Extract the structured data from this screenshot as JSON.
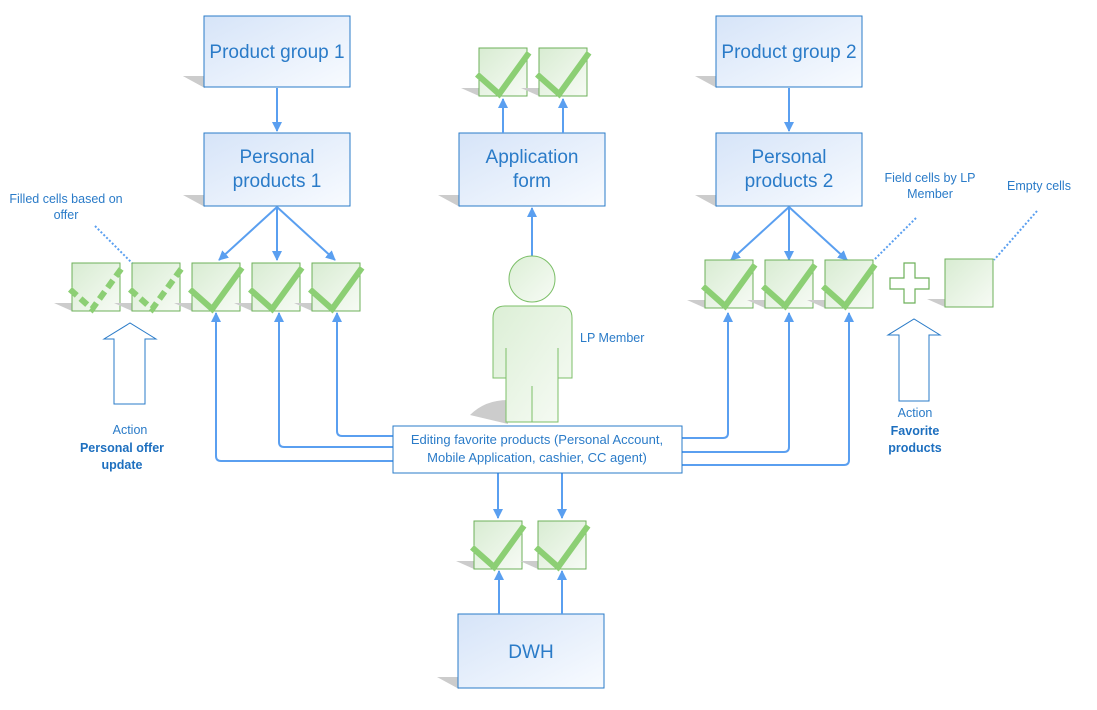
{
  "colors": {
    "box_stroke": "#2a7bc8",
    "box_fill_start": "#d9e6f8",
    "box_fill_end": "#f6f9fe",
    "text": "#2a7bc8",
    "connector": "#5a9ff0",
    "cell_stroke": "#6db05a",
    "cell_fill": "#e4f1e0",
    "check": "#8ccf74",
    "shadow": "#c8c8c8"
  },
  "boxes": {
    "product_group_1": "Product group 1",
    "product_group_2": "Product group 2",
    "personal_products_1": [
      "Personal",
      "products 1"
    ],
    "personal_products_2": [
      "Personal",
      "products 2"
    ],
    "application_form": [
      "Application",
      "form"
    ],
    "dwh": "DWH",
    "editing": [
      "Editing favorite products (Personal Account,",
      "Mobile Application, cashier, CC agent)"
    ]
  },
  "actor": {
    "label": "LP Member"
  },
  "annotations": {
    "filled_cells": [
      "Filled cells based on",
      "offer"
    ],
    "field_cells": [
      "Field cells by LP",
      "Member"
    ],
    "empty_cells": "Empty cells"
  },
  "actions": {
    "left": {
      "title": "Action",
      "name": [
        "Personal offer",
        "update"
      ]
    },
    "right": {
      "title": "Action",
      "name": [
        "Favorite",
        "products"
      ]
    }
  },
  "cells": {
    "left_row": [
      "dashed-check",
      "dashed-check",
      "check",
      "check",
      "check"
    ],
    "right_row": [
      "check",
      "check",
      "check"
    ],
    "application_row": [
      "check",
      "check"
    ],
    "dwh_row": [
      "check",
      "check"
    ],
    "empty_cell_count": 1
  }
}
